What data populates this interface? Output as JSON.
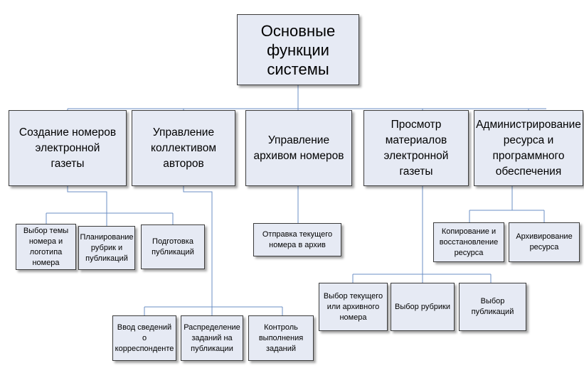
{
  "diagram": {
    "root": {
      "label": "Основные\nфункции системы"
    },
    "functions": [
      {
        "label": "Создание номеров\nэлектронной\nгазеты",
        "subfunctions": [
          {
            "label": "Выбор темы\nномера и\nлоготипа\nномера"
          },
          {
            "label": "Планирование\nрубрик и\nпубликаций"
          },
          {
            "label": "Подготовка\nпубликаций"
          }
        ]
      },
      {
        "label": "Управление\nколлективом\nавторов",
        "subfunctions": [
          {
            "label": "Ввод сведений\nо\nкорреспонденте"
          },
          {
            "label": "Распределение\nзаданий на\nпубликации"
          },
          {
            "label": "Контроль\nвыполнения\nзаданий"
          }
        ]
      },
      {
        "label": "Управление\nархивом номеров",
        "subfunctions": [
          {
            "label": "Отправка текущего\nномера в архив"
          }
        ]
      },
      {
        "label": "Просмотр\nматериалов\nэлектронной\nгазеты",
        "subfunctions": [
          {
            "label": "Выбор текущего\nили архивного\nномера"
          },
          {
            "label": "Выбор рубрики"
          },
          {
            "label": "Выбор\nпубликаций"
          }
        ]
      },
      {
        "label": "Администрирование\nресурса и\nпрограммного\nобеспечения",
        "subfunctions": [
          {
            "label": "Копирование и\nвосстановление\nресурса"
          },
          {
            "label": "Архивирование\nресурса"
          }
        ]
      }
    ]
  },
  "colors": {
    "box_fill": "#e6eaf4",
    "box_border": "#3b3b3b",
    "connector": "#6b8fc4"
  }
}
